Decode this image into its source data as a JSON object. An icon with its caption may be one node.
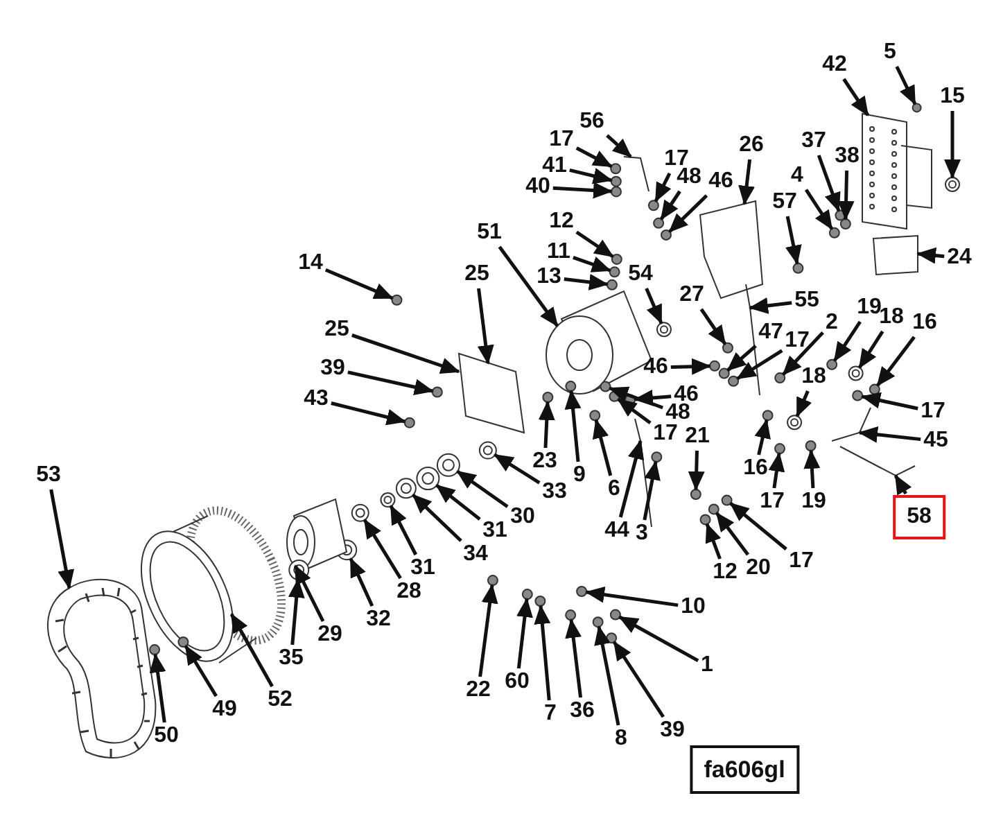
{
  "diagram": {
    "nodes": [
      {
        "text": [
          "42"
        ]
      },
      {
        "text": [
          "5"
        ]
      },
      {
        "text": [
          "15"
        ]
      },
      {
        "text": [
          "56"
        ]
      },
      {
        "text": [
          "17"
        ]
      },
      {
        "text": [
          "41"
        ]
      },
      {
        "text": [
          "40"
        ]
      },
      {
        "text": [
          "17"
        ]
      },
      {
        "text": [
          "48"
        ]
      },
      {
        "text": [
          "46"
        ]
      },
      {
        "text": [
          "26"
        ]
      },
      {
        "text": [
          "37"
        ]
      },
      {
        "text": [
          "4"
        ]
      },
      {
        "text": [
          "38"
        ]
      },
      {
        "text": [
          "57"
        ]
      },
      {
        "text": [
          "12"
        ]
      },
      {
        "text": [
          "51"
        ]
      },
      {
        "text": [
          "11"
        ]
      },
      {
        "text": [
          "24"
        ]
      },
      {
        "text": [
          "14"
        ]
      },
      {
        "text": [
          "25"
        ]
      },
      {
        "text": [
          "13"
        ]
      },
      {
        "text": [
          "54"
        ]
      },
      {
        "text": [
          "27"
        ]
      },
      {
        "text": [
          "55"
        ]
      },
      {
        "text": [
          "19"
        ]
      },
      {
        "text": [
          "18"
        ]
      },
      {
        "text": [
          "2"
        ]
      },
      {
        "text": [
          "16"
        ]
      },
      {
        "text": [
          "25"
        ]
      },
      {
        "text": [
          "47"
        ]
      },
      {
        "text": [
          "17"
        ]
      },
      {
        "text": [
          "46"
        ]
      },
      {
        "text": [
          "39"
        ]
      },
      {
        "text": [
          "18"
        ]
      },
      {
        "text": [
          "46"
        ]
      },
      {
        "text": [
          "43"
        ]
      },
      {
        "text": [
          "17"
        ]
      },
      {
        "text": [
          "48"
        ]
      },
      {
        "text": [
          "17"
        ]
      },
      {
        "text": [
          "21"
        ]
      },
      {
        "text": [
          "45"
        ]
      },
      {
        "text": [
          "23"
        ]
      },
      {
        "text": [
          "53"
        ]
      },
      {
        "text": [
          "9"
        ]
      },
      {
        "text": [
          "16"
        ]
      },
      {
        "text": [
          "6"
        ]
      },
      {
        "text": [
          "33"
        ]
      },
      {
        "text": [
          "17"
        ]
      },
      {
        "text": [
          "19"
        ]
      },
      {
        "text": [
          "30"
        ]
      },
      {
        "text": [
          "58"
        ]
      },
      {
        "text": [
          "31"
        ]
      },
      {
        "text": [
          "44"
        ]
      },
      {
        "text": [
          "3"
        ]
      },
      {
        "text": [
          "34"
        ]
      },
      {
        "text": [
          "17"
        ]
      },
      {
        "text": [
          "20"
        ]
      },
      {
        "text": [
          "31"
        ]
      },
      {
        "text": [
          "12"
        ]
      },
      {
        "text": [
          "28"
        ]
      },
      {
        "text": [
          "10"
        ]
      },
      {
        "text": [
          "32"
        ]
      },
      {
        "text": [
          "29"
        ]
      },
      {
        "text": [
          "35"
        ]
      },
      {
        "text": [
          "1"
        ]
      },
      {
        "text": [
          "60"
        ]
      },
      {
        "text": [
          "22"
        ]
      },
      {
        "text": [
          "52"
        ]
      },
      {
        "text": [
          "49"
        ]
      },
      {
        "text": [
          "7"
        ]
      },
      {
        "text": [
          "36"
        ]
      },
      {
        "text": [
          "39"
        ]
      },
      {
        "text": [
          "50"
        ]
      },
      {
        "text": [
          "8"
        ]
      },
      {
        "text": [
          "fa606gl"
        ]
      },
      {
        "text": [],
        "shape": "picture"
      },
      {
        "text": [],
        "shape": "circle"
      },
      {
        "text": [],
        "shape": "circle"
      },
      {
        "text": [],
        "shape": "picture"
      },
      {
        "text": [],
        "shape": "circle"
      },
      {
        "text": [],
        "shape": "circle"
      },
      {
        "text": [],
        "shape": "circle"
      },
      {
        "text": [],
        "shape": "circle"
      },
      {
        "text": [],
        "shape": "circle"
      },
      {
        "text": [],
        "shape": "circle"
      },
      {
        "text": [],
        "shape": "picture"
      },
      {
        "text": [],
        "shape": "circle"
      },
      {
        "text": [],
        "shape": "circle"
      },
      {
        "text": [],
        "shape": "circle"
      },
      {
        "text": [],
        "shape": "circle"
      },
      {
        "text": [],
        "shape": "circle"
      },
      {
        "text": [],
        "shape": "picture"
      },
      {
        "text": [],
        "shape": "circle"
      },
      {
        "text": [],
        "shape": "box"
      },
      {
        "text": [],
        "shape": "circle"
      },
      {
        "text": [],
        "shape": "picture"
      },
      {
        "text": [],
        "shape": "circle"
      },
      {
        "text": [],
        "shape": "circle"
      },
      {
        "text": [],
        "shape": "circle"
      },
      {
        "text": [],
        "shape": "picture"
      },
      {
        "text": [],
        "shape": "circle"
      },
      {
        "text": [],
        "shape": "circle"
      },
      {
        "text": [],
        "shape": "circle"
      },
      {
        "text": [],
        "shape": "circle"
      },
      {
        "text": [],
        "shape": "circle"
      },
      {
        "text": [],
        "shape": "circle"
      },
      {
        "text": [],
        "shape": "circle"
      },
      {
        "text": [],
        "shape": "circle"
      },
      {
        "text": [],
        "shape": "circle"
      },
      {
        "text": [],
        "shape": "circle"
      },
      {
        "text": [],
        "shape": "circle"
      },
      {
        "text": [],
        "shape": "circle"
      },
      {
        "text": [],
        "shape": "circle"
      },
      {
        "text": [],
        "shape": "circle"
      },
      {
        "text": [],
        "shape": "circle"
      },
      {
        "text": [],
        "shape": "picture"
      },
      {
        "text": [],
        "shape": "circle"
      },
      {
        "text": [],
        "shape": "picture"
      },
      {
        "text": [],
        "shape": "circle"
      },
      {
        "text": [],
        "shape": "circle"
      },
      {
        "text": [],
        "shape": "circle"
      },
      {
        "text": [],
        "shape": "circle"
      },
      {
        "text": [],
        "shape": "circle"
      },
      {
        "text": [],
        "shape": "circle"
      },
      {
        "text": [],
        "shape": "circle"
      },
      {
        "text": [],
        "shape": "picture"
      },
      {
        "text": [],
        "shape": "circle"
      },
      {
        "text": [],
        "shape": "picture"
      },
      {
        "text": [],
        "shape": "circle"
      },
      {
        "text": [],
        "shape": "circle"
      },
      {
        "text": [],
        "shape": "circle"
      },
      {
        "text": [],
        "shape": "circle"
      },
      {
        "text": [],
        "shape": "circle"
      },
      {
        "text": [],
        "shape": "circle"
      },
      {
        "text": [],
        "shape": "circle"
      },
      {
        "text": [],
        "shape": "circle"
      },
      {
        "text": [],
        "shape": "circle"
      },
      {
        "text": [],
        "shape": "picture"
      },
      {
        "text": [],
        "shape": "circle"
      },
      {
        "text": [],
        "shape": "circle"
      },
      {
        "text": [],
        "shape": "circle"
      },
      {
        "text": [],
        "shape": "circle"
      },
      {
        "text": [],
        "shape": "cylinder"
      },
      {
        "text": [],
        "shape": "circle"
      },
      {
        "text": [],
        "shape": "circle"
      },
      {
        "text": [],
        "shape": "circle"
      },
      {
        "text": [],
        "shape": "circle"
      },
      {
        "text": [],
        "shape": "circle"
      },
      {
        "text": [],
        "shape": "circle"
      }
    ],
    "edges": [
      {
        "from": 0,
        "to": 76,
        "arrow": "to"
      },
      {
        "from": 1,
        "to": 77,
        "arrow": "to"
      },
      {
        "from": 2,
        "to": 78,
        "arrow": "to"
      },
      {
        "from": 3,
        "to": 79,
        "arrow": "to"
      },
      {
        "from": 4,
        "to": 80,
        "arrow": "to"
      },
      {
        "from": 5,
        "to": 81,
        "arrow": "to"
      },
      {
        "from": 6,
        "to": 82,
        "arrow": "to"
      },
      {
        "from": 7,
        "to": 83,
        "arrow": "to"
      },
      {
        "from": 8,
        "to": 84,
        "arrow": "to"
      },
      {
        "from": 9,
        "to": 85,
        "arrow": "to"
      },
      {
        "from": 10,
        "to": 86,
        "arrow": "to"
      },
      {
        "from": 11,
        "to": 87,
        "arrow": "to"
      },
      {
        "from": 12,
        "to": 88,
        "arrow": "to"
      },
      {
        "from": 13,
        "to": 89,
        "arrow": "to"
      },
      {
        "from": 14,
        "to": 90,
        "arrow": "to"
      },
      {
        "from": 15,
        "to": 91,
        "arrow": "to"
      },
      {
        "from": 16,
        "to": 92,
        "arrow": "to"
      },
      {
        "from": 17,
        "to": 93,
        "arrow": "to"
      },
      {
        "from": 18,
        "to": 94,
        "arrow": "to"
      },
      {
        "from": 19,
        "to": 95,
        "arrow": "to"
      },
      {
        "from": 20,
        "to": 96,
        "arrow": "to"
      },
      {
        "from": 21,
        "to": 97,
        "arrow": "to"
      },
      {
        "from": 22,
        "to": 98,
        "arrow": "to"
      },
      {
        "from": 23,
        "to": 99,
        "arrow": "to"
      },
      {
        "from": 24,
        "to": 100,
        "arrow": "to"
      },
      {
        "from": 25,
        "to": 101,
        "arrow": "to"
      },
      {
        "from": 26,
        "to": 102,
        "arrow": "to"
      },
      {
        "from": 27,
        "to": 103,
        "arrow": "to"
      },
      {
        "from": 28,
        "to": 104,
        "arrow": "to"
      },
      {
        "from": 29,
        "to": 96,
        "arrow": "to"
      },
      {
        "from": 30,
        "to": 105,
        "arrow": "to"
      },
      {
        "from": 31,
        "to": 106,
        "arrow": "to"
      },
      {
        "from": 32,
        "to": 107,
        "arrow": "to"
      },
      {
        "from": 33,
        "to": 108,
        "arrow": "to"
      },
      {
        "from": 34,
        "to": 109,
        "arrow": "to"
      },
      {
        "from": 35,
        "to": 110,
        "arrow": "to"
      },
      {
        "from": 36,
        "to": 111,
        "arrow": "to"
      },
      {
        "from": 37,
        "to": 112,
        "arrow": "to"
      },
      {
        "from": 38,
        "to": 113,
        "arrow": "to"
      },
      {
        "from": 39,
        "to": 114,
        "arrow": "to"
      },
      {
        "from": 40,
        "to": 115,
        "arrow": "to"
      },
      {
        "from": 41,
        "to": 116,
        "arrow": "to"
      },
      {
        "from": 42,
        "to": 117,
        "arrow": "to"
      },
      {
        "from": 43,
        "to": 118,
        "arrow": "to"
      },
      {
        "from": 44,
        "to": 119,
        "arrow": "to"
      },
      {
        "from": 45,
        "to": 120,
        "arrow": "to"
      },
      {
        "from": 46,
        "to": 121,
        "arrow": "to"
      },
      {
        "from": 47,
        "to": 122,
        "arrow": "to"
      },
      {
        "from": 48,
        "to": 123,
        "arrow": "to"
      },
      {
        "from": 49,
        "to": 124,
        "arrow": "to"
      },
      {
        "from": 50,
        "to": 125,
        "arrow": "to"
      },
      {
        "from": 51,
        "to": 126,
        "arrow": "to"
      },
      {
        "from": 52,
        "to": 127,
        "arrow": "to"
      },
      {
        "from": 53,
        "to": 128,
        "arrow": "to"
      },
      {
        "from": 54,
        "to": 129,
        "arrow": "to"
      },
      {
        "from": 55,
        "to": 130,
        "arrow": "to"
      },
      {
        "from": 56,
        "to": 131,
        "arrow": "to"
      },
      {
        "from": 57,
        "to": 132,
        "arrow": "to"
      },
      {
        "from": 58,
        "to": 133,
        "arrow": "to"
      },
      {
        "from": 59,
        "to": 134,
        "arrow": "to"
      },
      {
        "from": 60,
        "to": 135,
        "arrow": "to"
      },
      {
        "from": 61,
        "to": 136,
        "arrow": "to"
      },
      {
        "from": 62,
        "to": 137,
        "arrow": "to"
      },
      {
        "from": 63,
        "to": 138,
        "arrow": "to"
      },
      {
        "from": 64,
        "to": 139,
        "arrow": "to"
      },
      {
        "from": 65,
        "to": 140,
        "arrow": "to"
      },
      {
        "from": 66,
        "to": 141,
        "arrow": "to"
      },
      {
        "from": 67,
        "to": 142,
        "arrow": "to"
      },
      {
        "from": 68,
        "to": 143,
        "arrow": "to"
      },
      {
        "from": 69,
        "to": 144,
        "arrow": "to"
      },
      {
        "from": 70,
        "to": 145,
        "arrow": "to"
      },
      {
        "from": 71,
        "to": 146,
        "arrow": "to"
      },
      {
        "from": 72,
        "to": 147,
        "arrow": "to"
      },
      {
        "from": 73,
        "to": 148,
        "arrow": "to"
      },
      {
        "from": 74,
        "to": 149,
        "arrow": "to"
      }
    ]
  }
}
